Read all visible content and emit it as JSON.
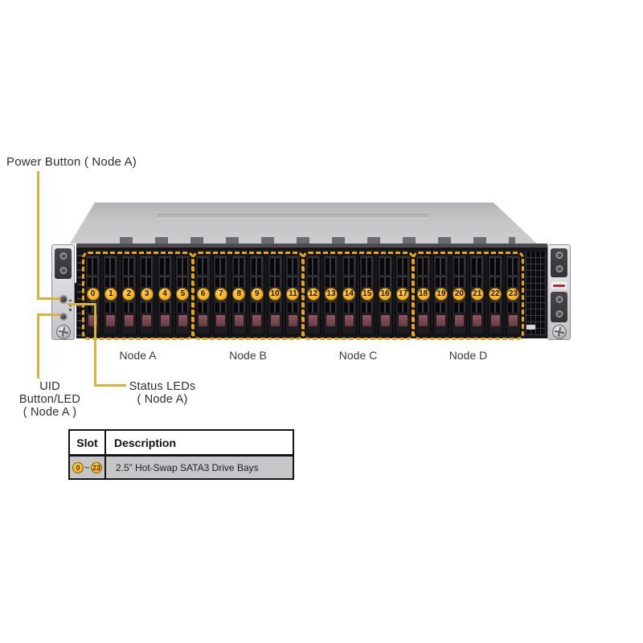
{
  "callouts": {
    "power_button": {
      "label": "Power Button ( Node A)"
    },
    "uid_button": {
      "label_line1": "UID Button/LED",
      "label_line2": "( Node A )"
    },
    "status_leds": {
      "label_line1": "Status LEDs",
      "label_line2": "( Node A)"
    },
    "line_color": "#d7b23c"
  },
  "server": {
    "group_outline_color": "#e7a41c",
    "slot_badge_color": "#f2a71f",
    "drive_latch_color": "#7c4d57",
    "nodes": [
      {
        "name": "Node A",
        "slots": [
          0,
          1,
          2,
          3,
          4,
          5
        ]
      },
      {
        "name": "Node B",
        "slots": [
          6,
          7,
          8,
          9,
          10,
          11
        ]
      },
      {
        "name": "Node C",
        "slots": [
          12,
          13,
          14,
          15,
          16,
          17
        ]
      },
      {
        "name": "Node D",
        "slots": [
          18,
          19,
          20,
          21,
          22,
          23
        ]
      }
    ]
  },
  "table": {
    "headers": [
      "Slot",
      "Description"
    ],
    "rows": [
      {
        "slot_start": "0",
        "slot_separator": "~",
        "slot_end": "23",
        "description": "2.5” Hot-Swap SATA3 Drive Bays"
      }
    ]
  }
}
